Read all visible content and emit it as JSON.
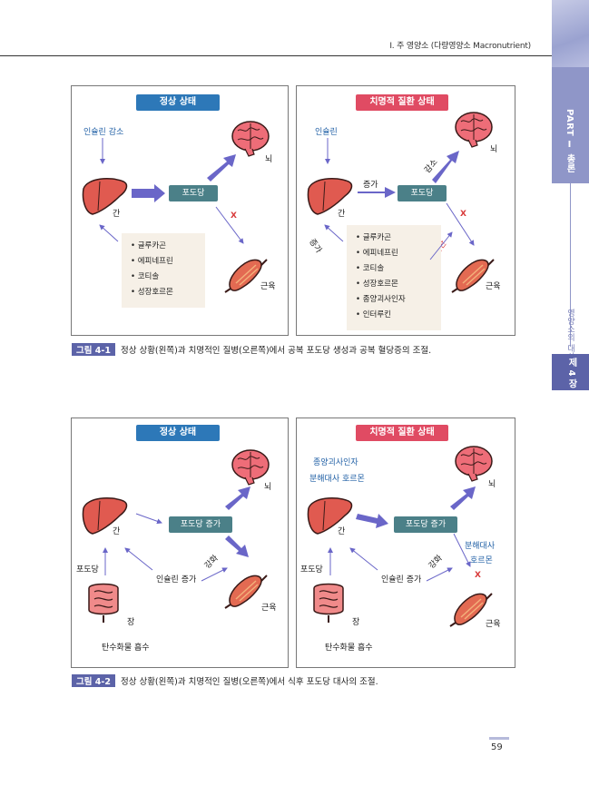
{
  "header": {
    "running_head": "I. 주 영양소 (다량영양소 Macronutrient)"
  },
  "side_tab": {
    "part": "PART Ⅰ 총론",
    "sub": "영양소의 대사",
    "chapter": "제 4 장"
  },
  "figure1": {
    "left": {
      "title": "정상 상태",
      "insulin": "인슐린 감소",
      "liver": "간",
      "glucose": "포도당",
      "brain": "뇌",
      "muscle": "근육",
      "x_mark": "X",
      "hormones": [
        "글루카곤",
        "에피네프린",
        "코티솔",
        "성장호르몬"
      ]
    },
    "right": {
      "title": "치명적 질환 상태",
      "insulin": "인슐린",
      "increase_top": "증가",
      "decrease": "감소",
      "liver": "간",
      "glucose": "포도당",
      "brain": "뇌",
      "muscle": "근육",
      "x_mark": "X",
      "increase_side": "증가",
      "block": "차단",
      "hormones": [
        "글루카곤",
        "에피네프린",
        "코티솔",
        "성장호르몬",
        "종양괴사인자",
        "인터루킨"
      ]
    },
    "caption_tag": "그림 4-1",
    "caption_text": "정상 상황(왼쪽)과 치명적인 질병(오른쪽)에서 공복 포도당 생성과 공복 혈당증의 조절."
  },
  "figure2": {
    "left": {
      "title": "정상 상태",
      "liver": "간",
      "box": "포도당 증가",
      "brain": "뇌",
      "muscle": "근육",
      "gut": "장",
      "glucose_side": "포도당",
      "insulin": "인슐린 증가",
      "enhance": "강화",
      "carb": "탄수화물 흡수"
    },
    "right": {
      "title": "치명적 질환 상태",
      "tnf": "종양괴사인자",
      "catabolic": "분해대사 호르몬",
      "liver": "간",
      "box": "포도당 증가",
      "brain": "뇌",
      "muscle": "근육",
      "gut": "장",
      "glucose_side": "포도당",
      "insulin": "인슐린 증가",
      "enhance": "강화",
      "catabolic2a": "분해대사",
      "catabolic2b": "호르몬",
      "x_mark": "X",
      "carb": "탄수화물 흡수"
    },
    "caption_tag": "그림 4-2",
    "caption_text": "정상 상황(왼쪽)과 치명적인 질병(오른쪽)에서 식후 포도당 대사의 조절."
  },
  "page_number": "59",
  "colors": {
    "accent_purple": "#5c63a8",
    "title_blue": "#2d78b8",
    "title_red": "#e04b63",
    "box_teal": "#4b8088",
    "arrow_purple": "#6a66c8",
    "organ_red": "#e05a50"
  }
}
